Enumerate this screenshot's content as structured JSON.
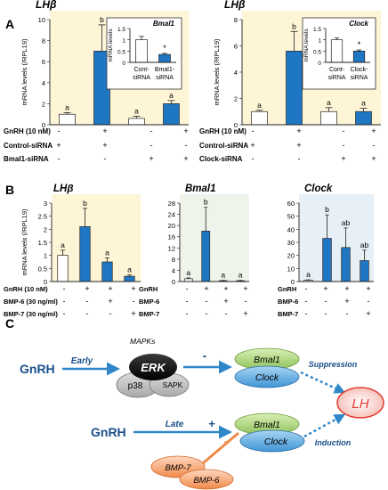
{
  "panels": {
    "A": "A",
    "B": "B",
    "C": "C"
  },
  "chart_data": [
    {
      "id": "A1",
      "type": "bar",
      "title": "LHβ",
      "ylabel": "mRNA levels (/RPL19)",
      "ylim": [
        0,
        10
      ],
      "yticks": [
        0,
        2,
        4,
        6,
        8,
        10
      ],
      "values": [
        1.0,
        7.0,
        0.6,
        2.0
      ],
      "errors": [
        0.15,
        2.5,
        0.2,
        0.3
      ],
      "fills": [
        "#ffffff",
        "#1f77c4",
        "#ffffff",
        "#1f77c4"
      ],
      "letters": [
        "a",
        "b",
        "a",
        "a"
      ],
      "conditions": [
        {
          "label": "GnRH (10 nM)",
          "signs": [
            "-",
            "+",
            "-",
            "+"
          ]
        },
        {
          "label": "Control-siRNA",
          "signs": [
            "+",
            "+",
            "-",
            "-"
          ]
        },
        {
          "label": "Bmal1-siRNA",
          "signs": [
            "-",
            "-",
            "+",
            "+"
          ]
        }
      ],
      "inset": {
        "title": "Bmal1",
        "ylabel": "mRNA levels",
        "ylim": [
          0,
          1.5
        ],
        "yticks": [
          "0",
          "0.5",
          "1",
          "1.5"
        ],
        "values": [
          1.0,
          0.35
        ],
        "errors": [
          0.15,
          0.05
        ],
        "fills": [
          "#ffffff",
          "#1f77c4"
        ],
        "letters": [
          "",
          "*"
        ],
        "categories": [
          [
            "Cont-",
            "siRNA"
          ],
          [
            "Bmal1-",
            "siRNA"
          ]
        ]
      }
    },
    {
      "id": "A2",
      "type": "bar",
      "title": "LHβ",
      "ylabel": "mRNA levels (/RPL19)",
      "ylim": [
        0,
        8
      ],
      "yticks": [
        0,
        2,
        4,
        6,
        8
      ],
      "values": [
        1.0,
        5.6,
        1.0,
        1.0
      ],
      "errors": [
        0.1,
        1.5,
        0.3,
        0.25
      ],
      "fills": [
        "#ffffff",
        "#1f77c4",
        "#ffffff",
        "#1f77c4"
      ],
      "letters": [
        "a",
        "b",
        "a",
        "a"
      ],
      "conditions": [
        {
          "label": "GnRH (10 nM)",
          "signs": [
            "-",
            "+",
            "-",
            "+"
          ]
        },
        {
          "label": "Control-siRNA",
          "signs": [
            "+",
            "+",
            "-",
            "-"
          ]
        },
        {
          "label": "Clock-siRNA",
          "signs": [
            "-",
            "-",
            "+",
            "+"
          ]
        }
      ],
      "inset": {
        "title": "Clock",
        "ylabel": "mRNA levels",
        "ylim": [
          0,
          1.5
        ],
        "yticks": [
          "0",
          "0.5",
          "1",
          "1.5"
        ],
        "values": [
          1.0,
          0.5
        ],
        "errors": [
          0.08,
          0.05
        ],
        "fills": [
          "#ffffff",
          "#1f77c4"
        ],
        "letters": [
          "",
          "*"
        ],
        "categories": [
          [
            "Cont-",
            "siRNA"
          ],
          [
            "Clock-",
            "siRNA"
          ]
        ]
      }
    },
    {
      "id": "B1",
      "type": "bar",
      "title": "LHβ",
      "ylabel": "mRNA levels (/RPL19)",
      "ylim": [
        0,
        3
      ],
      "yticks": [
        0,
        0.5,
        1,
        1.5,
        2,
        2.5,
        3
      ],
      "values": [
        1.0,
        2.1,
        0.75,
        0.2
      ],
      "errors": [
        0.2,
        0.7,
        0.15,
        0.05
      ],
      "fills": [
        "#ffffff",
        "#1f77c4",
        "#1f77c4",
        "#1f77c4"
      ],
      "letters": [
        "a",
        "b",
        "a",
        "a"
      ],
      "conditions": [
        {
          "label": "GnRH (10 nM)",
          "signs": [
            "-",
            "+",
            "+",
            "+"
          ]
        },
        {
          "label": "BMP-6 (30 ng/ml)",
          "signs": [
            "-",
            "-",
            "+",
            "-"
          ]
        },
        {
          "label": "BMP-7 (30 ng/ml)",
          "signs": [
            "-",
            "-",
            "-",
            "+"
          ]
        }
      ]
    },
    {
      "id": "B2",
      "type": "bar",
      "title": "Bmal1",
      "ylabel": "",
      "ylim": [
        0,
        28
      ],
      "yticks": [
        0,
        4,
        8,
        12,
        16,
        20,
        24,
        28
      ],
      "values": [
        1.0,
        18.0,
        0.3,
        0.3
      ],
      "errors": [
        0.3,
        8.5,
        0.1,
        0.1
      ],
      "fills": [
        "#ffffff",
        "#1f77c4",
        "#1f77c4",
        "#1f77c4"
      ],
      "letters": [
        "a",
        "b",
        "a",
        "a"
      ],
      "conditions": [
        {
          "label": "GnRH",
          "signs": [
            "-",
            "+",
            "+",
            "+"
          ]
        },
        {
          "label": "BMP-6",
          "signs": [
            "-",
            "-",
            "+",
            "-"
          ]
        },
        {
          "label": "BMP-7",
          "signs": [
            "-",
            "-",
            "-",
            "+"
          ]
        }
      ]
    },
    {
      "id": "B3",
      "type": "bar",
      "title": "Clock",
      "ylabel": "",
      "ylim": [
        0,
        60
      ],
      "yticks": [
        0,
        10,
        20,
        30,
        40,
        50,
        60
      ],
      "values": [
        1.0,
        33.0,
        26.0,
        16.0
      ],
      "errors": [
        0.3,
        18.0,
        15.0,
        8.0
      ],
      "fills": [
        "#ffffff",
        "#1f77c4",
        "#1f77c4",
        "#1f77c4"
      ],
      "letters": [
        "a",
        "b",
        "ab",
        "ab"
      ],
      "conditions": [
        {
          "label": "GnRH",
          "signs": [
            "-",
            "+",
            "+",
            "+"
          ]
        },
        {
          "label": "BMP-6",
          "signs": [
            "-",
            "-",
            "+",
            "-"
          ]
        },
        {
          "label": "BMP-7",
          "signs": [
            "-",
            "-",
            "-",
            "+"
          ]
        }
      ]
    }
  ],
  "diagram": {
    "gnrh_top": "GnRH",
    "gnrh_bottom": "GnRH",
    "early": "Early",
    "late": "Late",
    "mapks": "MAPKs",
    "erk": "ERK",
    "p38": "p38",
    "sapk": "SAPK",
    "minus": "-",
    "plus": "+",
    "bmal1_top": "Bmal1",
    "clock_top": "Clock",
    "bmal1_bottom": "Bmal1",
    "clock_bottom": "Clock",
    "suppression": "Suppression",
    "induction": "Induction",
    "lh": "LH",
    "bmp7": "BMP-7",
    "bmp6": "BMP-6",
    "bmp_minus": "-"
  },
  "colors": {
    "blue_bar": "#1f77c4",
    "panel_a_bg": "#fdf5d6",
    "panel_b2_bg": "#eef4ea",
    "panel_b3_bg": "#e6f0f6",
    "gnrh_text": "#1a4f8a",
    "lh_text": "#e23b2e",
    "arrow_blue": "#2f86c9",
    "bmp_orange": "#f08a4b"
  }
}
